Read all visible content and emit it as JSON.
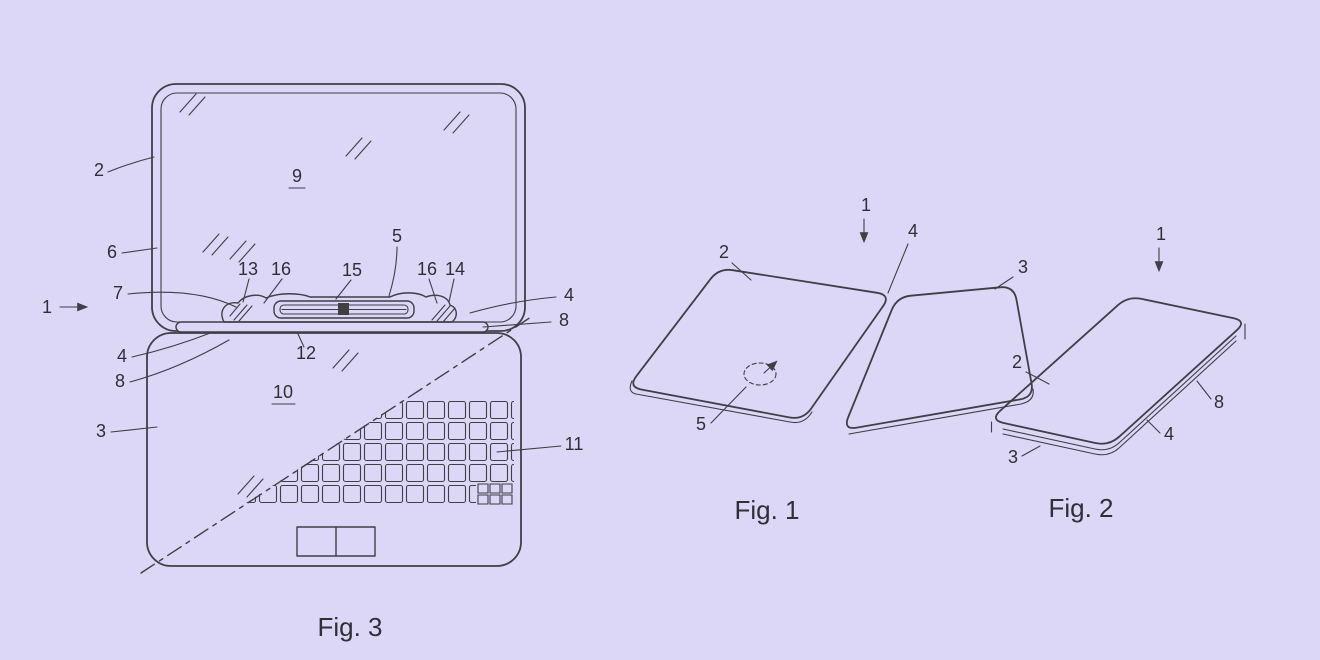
{
  "palette": {
    "background": "#dcd6f7",
    "line": "#3f3f44",
    "text": "#2f2f34"
  },
  "figures": {
    "fig3": {
      "caption": "Fig. 3",
      "refs": {
        "r1": "1",
        "r2": "2",
        "r3": "3",
        "r4_left": "4",
        "r4_right": "4",
        "r5": "5",
        "r6": "6",
        "r7": "7",
        "r8_left": "8",
        "r8_right": "8",
        "r9": "9",
        "r10": "10",
        "r11": "11",
        "r12": "12",
        "r13": "13",
        "r14": "14",
        "r15": "15",
        "r16_left": "16",
        "r16_right": "16"
      }
    },
    "fig1": {
      "caption": "Fig. 1",
      "refs": {
        "r1": "1",
        "r2": "2",
        "r3": "3",
        "r4": "4",
        "r5": "5"
      }
    },
    "fig2": {
      "caption": "Fig. 2",
      "refs": {
        "r1": "1",
        "r2": "2",
        "r3": "3",
        "r4": "4",
        "r8": "8"
      }
    }
  }
}
